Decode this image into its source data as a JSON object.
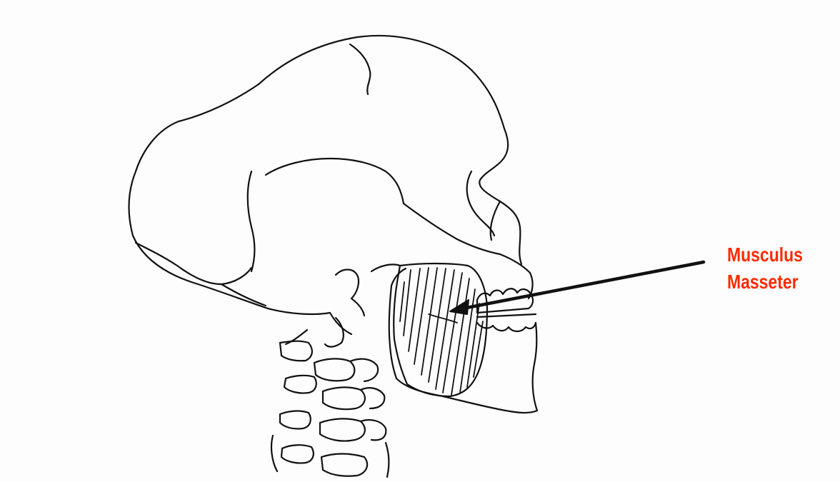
{
  "label": {
    "line1": "Musculus",
    "line2": "Masseter",
    "color": "#ff2a00"
  },
  "figure": {
    "subject": "skull-lateral-view",
    "highlight": "masseter-muscle",
    "line_color": "#111111"
  }
}
